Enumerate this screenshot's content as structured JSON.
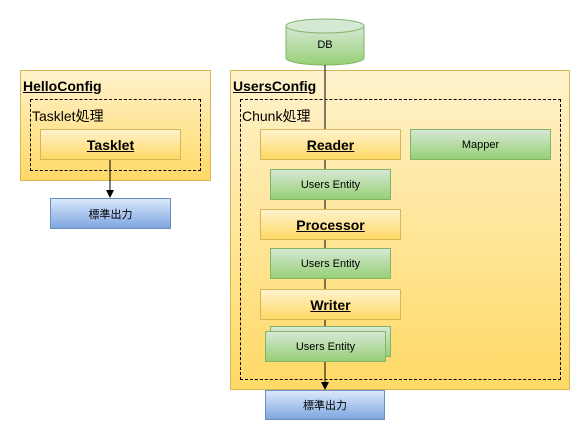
{
  "db": {
    "label": "DB"
  },
  "hello_config": {
    "title": "HelloConfig",
    "group_label": "Tasklet処理",
    "tasklet": "Tasklet",
    "output": "標準出力"
  },
  "users_config": {
    "title": "UsersConfig",
    "group_label": "Chunk処理",
    "reader": "Reader",
    "mapper": "Mapper",
    "entity_1": "Users Entity",
    "processor": "Processor",
    "entity_2": "Users Entity",
    "writer": "Writer",
    "entity_stack_back": "",
    "entity_3": "Users Entity",
    "output": "標準出力"
  },
  "colors": {
    "yellow_fill_top": "#fff2cc",
    "yellow_fill_bottom": "#ffd966",
    "yellow_stroke": "#d6b656",
    "green_fill_top": "#d5e8d4",
    "green_fill_bottom": "#97d077",
    "green_stroke": "#82b366",
    "blue_fill_top": "#dae8fc",
    "blue_fill_bottom": "#7ea6e0",
    "blue_stroke": "#6c8ebf"
  }
}
